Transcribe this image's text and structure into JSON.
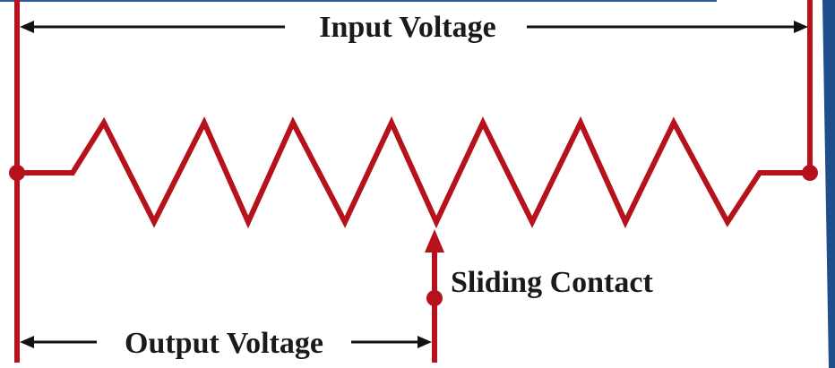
{
  "labels": {
    "input_voltage": "Input Voltage",
    "output_voltage": "Output Voltage",
    "sliding_contact": "Sliding Contact"
  },
  "colors": {
    "wire": "#b5121b",
    "dimension": "#111111",
    "text": "#1a1a1a",
    "right_edge": "#1f4e8c",
    "top_line": "#2f5b9a"
  }
}
